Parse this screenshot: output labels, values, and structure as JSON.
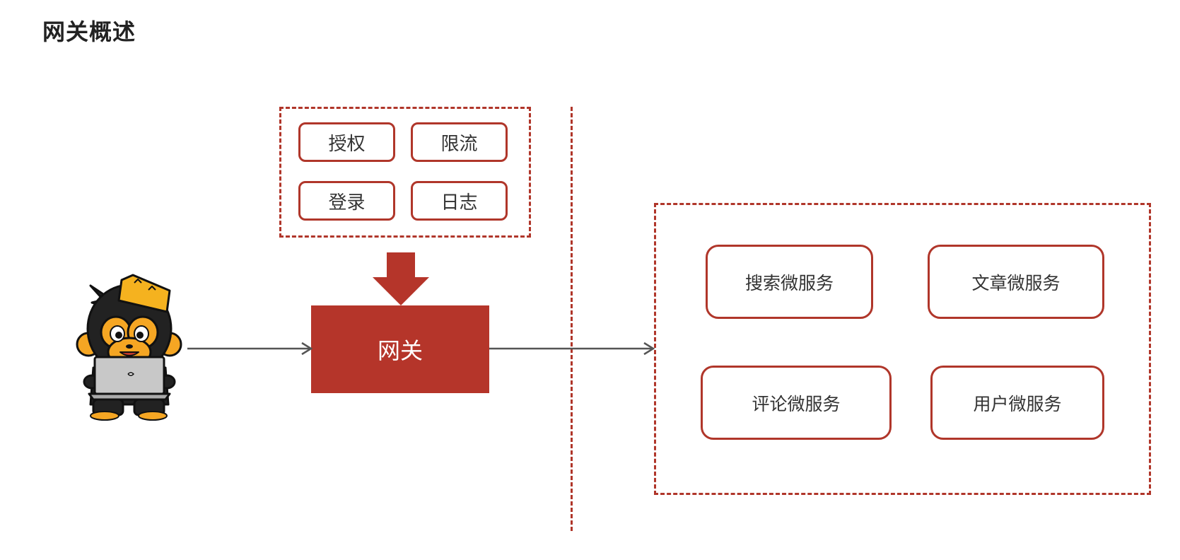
{
  "page": {
    "title": "网关概述"
  },
  "features": {
    "items": [
      "授权",
      "限流",
      "登录",
      "日志"
    ]
  },
  "gateway": {
    "label": "网关"
  },
  "services": {
    "items": [
      "搜索微服务",
      "文章微服务",
      "评论微服务",
      "用户微服务"
    ]
  },
  "colors": {
    "accent": "#b5352a",
    "border": "#b0362a",
    "arrow": "#555555",
    "mascot_orange": "#f5a623",
    "mascot_dark": "#222222",
    "laptop_gray": "#c8c8c8"
  },
  "icons": {
    "client": "mascot-with-laptop-icon",
    "down_arrow": "block-down-arrow-icon",
    "connector": "line-arrow-icon"
  }
}
